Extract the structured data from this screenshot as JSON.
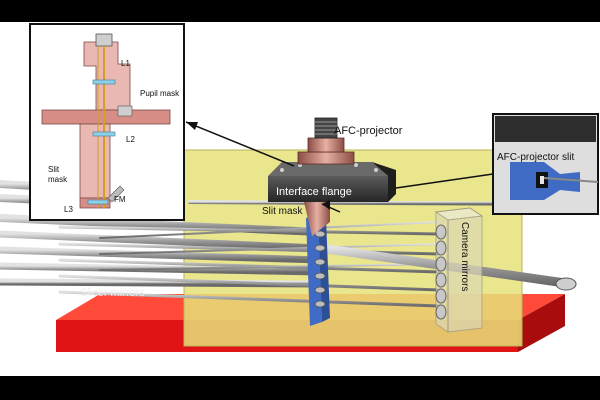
{
  "labels": {
    "afc_projector": "AFC-projector",
    "interface_flange": "Interface flange",
    "slit_mask": "Slit mask",
    "camera_mirrors": "Camera mirrors",
    "slicer_mirrors": "Slicer mirrors",
    "afc_projector_slit": "AFC-projector slit"
  },
  "inset": {
    "l1": "L1",
    "pupil_mask": "Pupil mask",
    "l2": "L2",
    "slit_mask_line1": "Slit",
    "slit_mask_line2": "mask",
    "l3": "L3",
    "fm": "FM"
  },
  "colors": {
    "back_panel": "#e6e27a",
    "base": "#e01414",
    "mask": "#3f6bc4",
    "flange": "#3a3a3a",
    "projector": "#d99a8a"
  }
}
